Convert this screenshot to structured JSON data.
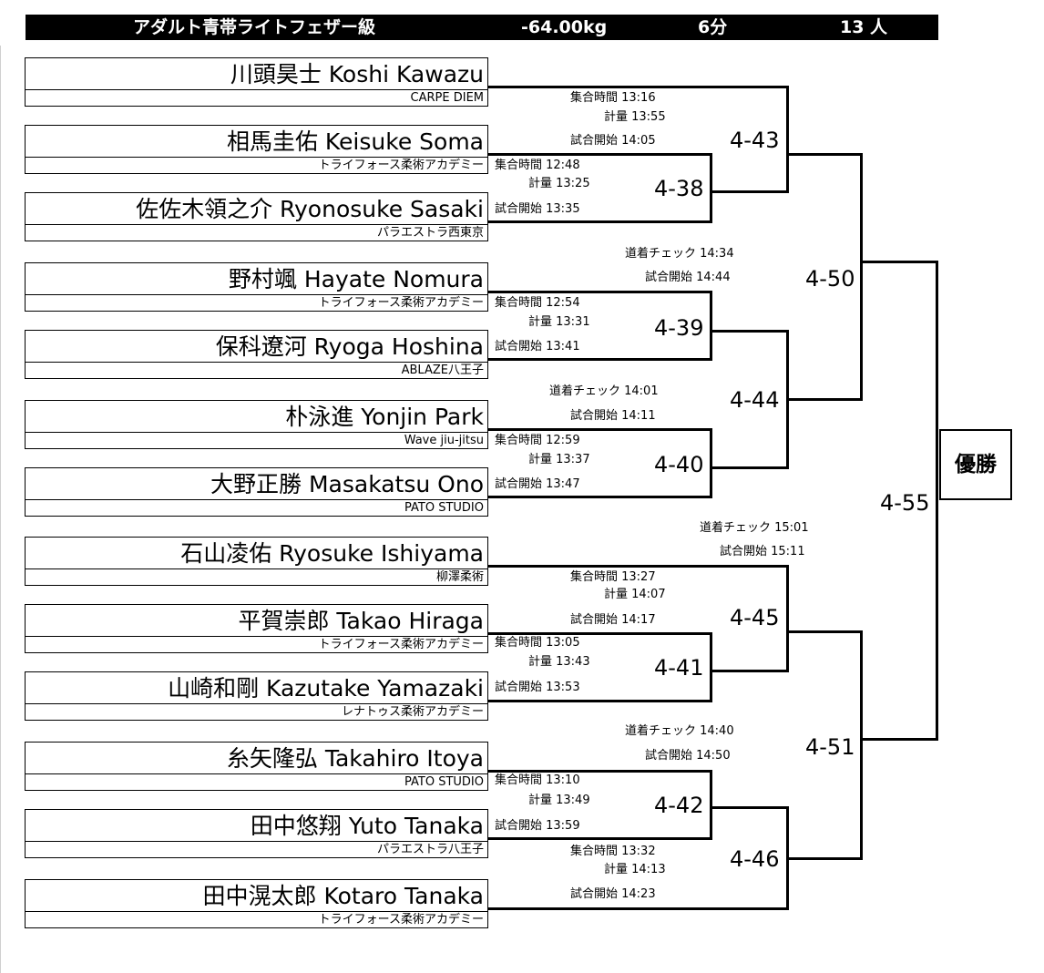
{
  "header": {
    "division": "アダルト青帯ライトフェザー級",
    "weight": "-64.00kg",
    "duration": "6分",
    "count": "13 人"
  },
  "competitors": [
    {
      "name": "川頭昊士 Koshi Kawazu",
      "team": "CARPE DIEM"
    },
    {
      "name": "相馬圭佑 Keisuke Soma",
      "team": "トライフォース柔術アカデミー"
    },
    {
      "name": "佐佐木領之介 Ryonosuke Sasaki",
      "team": "パラエストラ西東京"
    },
    {
      "name": "野村颯 Hayate Nomura",
      "team": "トライフォース柔術アカデミー"
    },
    {
      "name": "保科遼河 Ryoga Hoshina",
      "team": "ABLAZE八王子"
    },
    {
      "name": "朴泳進 Yonjin Park",
      "team": "Wave jiu-jitsu"
    },
    {
      "name": "大野正勝 Masakatsu Ono",
      "team": "PATO STUDIO"
    },
    {
      "name": "石山凌佑 Ryosuke Ishiyama",
      "team": "柳澤柔術"
    },
    {
      "name": "平賀崇郎 Takao Hiraga",
      "team": "トライフォース柔術アカデミー"
    },
    {
      "name": "山崎和剛 Kazutake Yamazaki",
      "team": "レナトゥス柔術アカデミー"
    },
    {
      "name": "糸矢隆弘 Takahiro Itoya",
      "team": "PATO STUDIO"
    },
    {
      "name": "田中悠翔 Yuto Tanaka",
      "team": "パラエストラ八王子"
    },
    {
      "name": "田中滉太郎 Kotaro Tanaka",
      "team": "トライフォース柔術アカデミー"
    }
  ],
  "matches": [
    {
      "id": "4-38",
      "info": [
        "集合時間 12:48",
        "計量 13:25",
        "試合開始 13:35"
      ]
    },
    {
      "id": "4-39",
      "info": [
        "集合時間 12:54",
        "計量 13:31",
        "試合開始 13:41"
      ]
    },
    {
      "id": "4-40",
      "info": [
        "集合時間 12:59",
        "計量 13:37",
        "試合開始 13:47"
      ]
    },
    {
      "id": "4-41",
      "info": [
        "集合時間 13:05",
        "計量 13:43",
        "試合開始 13:53"
      ]
    },
    {
      "id": "4-42",
      "info": [
        "集合時間 13:10",
        "計量 13:49",
        "試合開始 13:59"
      ]
    },
    {
      "id": "4-43",
      "info": [
        "集合時間 13:16",
        "計量 13:55",
        "試合開始 14:05"
      ]
    },
    {
      "id": "4-44",
      "info": [
        "道着チェック 14:01",
        "試合開始 14:11"
      ]
    },
    {
      "id": "4-45",
      "info": [
        "集合時間 13:27",
        "計量 14:07",
        "試合開始 14:17"
      ]
    },
    {
      "id": "4-46",
      "info": [
        "集合時間 13:32",
        "計量 14:13",
        "試合開始 14:23"
      ]
    },
    {
      "id": "4-50",
      "info": [
        "道着チェック 14:34",
        "試合開始 14:44"
      ]
    },
    {
      "id": "4-51",
      "info": [
        "道着チェック 14:40",
        "試合開始 14:50"
      ]
    },
    {
      "id": "4-55",
      "info": [
        "道着チェック 15:01",
        "試合開始 15:11"
      ]
    }
  ],
  "champion_label": "優勝"
}
